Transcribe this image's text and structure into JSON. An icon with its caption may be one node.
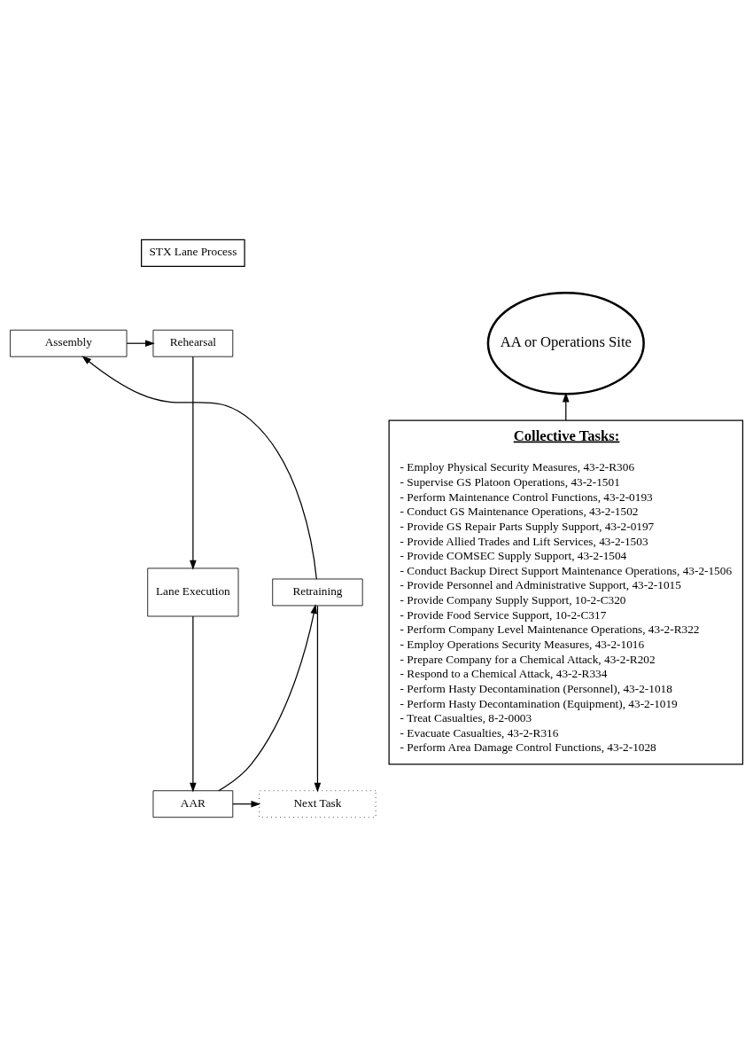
{
  "diagram": {
    "nodes": [
      {
        "text": [
          "STX Lane Process"
        ]
      },
      {
        "text": [
          "AA or Operations Site"
        ]
      },
      {
        "text": [
          "Assembly"
        ]
      },
      {
        "text": [
          "Rehearsal"
        ]
      },
      {
        "text": [
          "Retraining"
        ]
      },
      {
        "text": [
          "Lane Execution"
        ]
      },
      {
        "text": [
          "Next Task"
        ]
      },
      {
        "text": [
          "AAR"
        ]
      },
      {
        "text": [
          "Collective Tasks:",
          "- Employ Physical Security Measures, 43-2-R306",
          "- Supervise GS Platoon Operations, 43-2-1501",
          "- Perform Maintenance Control Functions, 43-2-0193",
          "- Conduct GS Maintenance Operations, 43-2-1502",
          "- Provide GS Repair Parts Supply Support, 43-2-0197",
          "- Provide Allied Trades and Lift Services, 43-2-1503",
          "- Provide COMSEC Supply Support, 43-2-1504",
          "- Conduct Backup Direct Support Maintenance Operations, 43-2-1506",
          "- Provide Personnel and Administrative Support, 43-2-1015",
          "- Provide Company Supply Support, 10-2-C320",
          "- Provide Food Service Support, 10-2-C317",
          "- Perform Company Level Maintenance Operations, 43-2-R322",
          "- Employ Operations Security Measures, 43-2-1016",
          "- Prepare Company for a Chemical Attack, 43-2-R202",
          "- Respond to a Chemical Attack, 43-2-R334",
          "- Perform Hasty Decontamination (Personnel), 43-2-1018",
          "- Perform Hasty Decontamination (Equipment), 43-2-1019",
          "- Treat Casualties, 8-2-0003",
          "- Evacuate Casualties, 43-2-R316",
          "- Perform Area Damage Control Functions, 43-2-1028"
        ]
      }
    ],
    "edges": [
      {
        "from": 2,
        "to": 3,
        "arrow": "to"
      },
      {
        "from": 3,
        "to": 5,
        "arrow": "to"
      },
      {
        "from": 5,
        "to": 7,
        "arrow": "to"
      },
      {
        "from": 7,
        "to": 6,
        "arrow": "to"
      },
      {
        "from": 7,
        "to": 4,
        "arrow": "to"
      },
      {
        "from": 4,
        "to": 2,
        "arrow": "to"
      },
      {
        "from": 4,
        "to": 6,
        "arrow": "to"
      },
      {
        "from": 8,
        "to": 1,
        "arrow": "to"
      }
    ]
  }
}
